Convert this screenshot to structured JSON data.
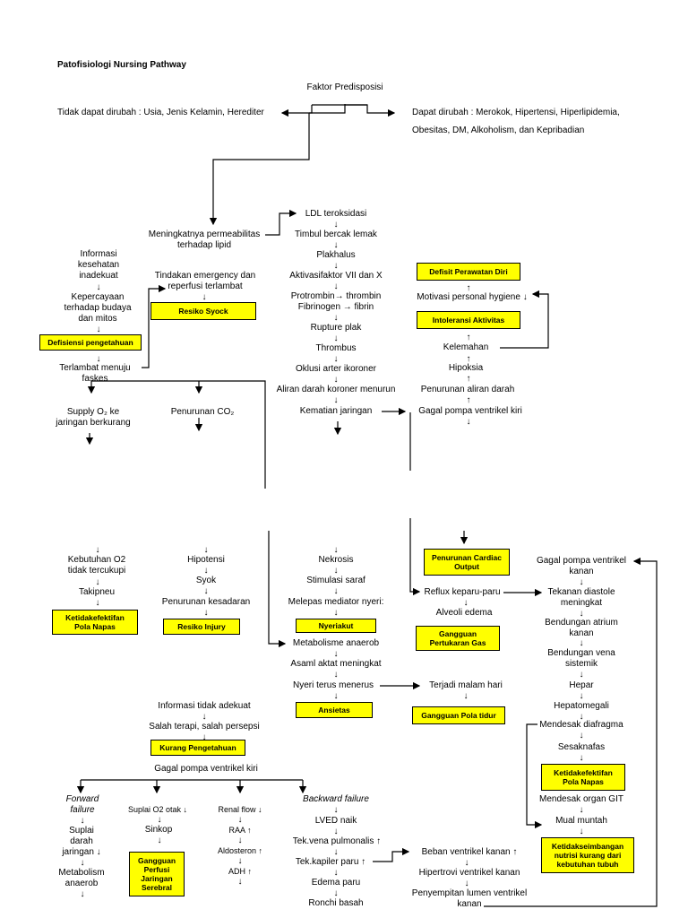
{
  "title": "Patofisiologi Nursing Pathway",
  "down_arrow": "↓",
  "up_arrow": "↑",
  "top": {
    "root": "Faktor Predisposisi",
    "left": "Tidak dapat dirubah : Usia, Jenis Kelamin, Herediter",
    "right_line1": "Dapat dirubah : Merokok, Hipertensi, Hiperlipidemia,",
    "right_line2": "Obesitas, DM, Alkoholism, dan Kepribadian"
  },
  "left_col": {
    "permeabilitas": "Meningkatnya permeabilitas\nterhadap lipid",
    "informasi": "Informasi\nkesehatan\ninadekuat",
    "kepercayaan": "Kepercayaan\nterhadap budaya\ndan mitos",
    "dx_defisiensi": "Defisiensi pengetahuan",
    "terlambat": "Terlambat menuju\nfaskes",
    "tindakan": "Tindakan emergency dan\nreperfusi terlambat",
    "dx_syok": "Resiko Syock",
    "supply_o2": "Supply O₂ ke\njaringan berkurang",
    "penurunan_co2": "Penurunan CO₂"
  },
  "center_col": {
    "ldl": "LDL teroksidasi",
    "timbul": "Timbul bercak lemak",
    "plakhalus": "Plakhalus",
    "aktivasi": "Aktivasifaktor VII dan X",
    "protrombin": "Protrombin→ thrombin\nFibrinogen → fibrin",
    "rupture": "Rupture plak",
    "thrombus": "Thrombus",
    "oklusi": "Oklusi arter ikoroner",
    "aliran": "Aliran darah koroner menurun",
    "kematian": "Kematian jaringan"
  },
  "right_col": {
    "dx_perawatan": "Defisit Perawatan Diri",
    "motivasi": "Motivasi personal hygiene ↓",
    "dx_intoleransi": "Intoleransi Aktivitas",
    "kelemahan": "Kelemahan",
    "hipoksia": "Hipoksia",
    "penurunan_aliran": "Penurunan aliran darah",
    "gagal_kiri": "Gagal pompa ventrikel kiri"
  },
  "lower_left": {
    "kebutuhan": "Kebutuhan O2\ntidak tercukupi",
    "takipneu": "Takipneu",
    "dx_pola_napas": "Ketidakefektifan\nPola Napas",
    "hipotensi": "Hipotensi",
    "syok": "Syok",
    "kesadaran": "Penurunan kesadaran",
    "dx_injury": "Resiko Injury"
  },
  "lower_center": {
    "nekrosis": "Nekrosis",
    "stimulasi": "Stimulasi saraf",
    "melepas": "Melepas mediator nyeri:",
    "dx_nyeri": "Nyeriakut",
    "metabolisme": "Metabolisme anaerob",
    "asam": "Asaml aktat meningkat",
    "nyeri_terus": "Nyeri  terus menerus",
    "dx_ansietas": "Ansietas",
    "terjadi": "Terjadi malam hari",
    "dx_tidur": "Gangguan Pola tidur",
    "info_tidak": "Informasi tidak adekuat",
    "salah_terapi": "Salah terapi, salah persepsi",
    "dx_kurang": "Kurang Pengetahuan",
    "gagal_kiri2": "Gagal pompa ventrikel kiri"
  },
  "mid_right": {
    "dx_cardiac": "Penurunan Cardiac\nOutput",
    "reflux": "Reflux keparu-paru",
    "alveoli": "Alveoli edema",
    "dx_gas": "Gangguan\nPertukaran Gas"
  },
  "far_right": {
    "gagal_kanan": "Gagal pompa ventrikel\nkanan",
    "tekanan": "Tekanan diastole\nmeningkat",
    "bendungan_atrium": "Bendungan atrium\nkanan",
    "bendungan_vena": "Bendungan vena\nsistemik",
    "hepar": "Hepar",
    "hepatomegali": "Hepatomegali",
    "diafragma": "Mendesak diafragma",
    "sesak": "Sesaknafas",
    "dx_pola_napas2": "Ketidakefektifan\nPola Napas",
    "git": "Mendesak organ GIT",
    "mual": "Mual muntah",
    "dx_nutrisi": "Ketidakseimbangan\nnutrisi kurang dari\nkebutuhan tubuh"
  },
  "bottom": {
    "forward": "Forward\nfailure",
    "suplai_darah": "Suplai\ndarah\njaringan ↓",
    "metabolism": "Metabolism\nanaerob",
    "suplai_otak": "Suplai O2 otak ↓",
    "sinkop": "Sinkop",
    "dx_serebral": "Gangguan\nPerfusi\nJaringan\nSerebral",
    "renal": "Renal flow ↓",
    "raa": "RAA ↑",
    "aldosteron": "Aldosteron ↑",
    "adh": "ADH ↑",
    "backward": "Backward failure",
    "lved": "LVED naik",
    "tek_vena": "Tek.vena pulmonalis ↑",
    "tek_kapiler": "Tek.kapiler paru ↑",
    "edema": "Edema paru",
    "ronchi": "Ronchi basah",
    "beban": "Beban ventrikel kanan ↑",
    "hipertrovi": "Hipertrovi ventrikel kanan",
    "penyempitan": "Penyempitan lumen ventrikel\nkanan"
  }
}
